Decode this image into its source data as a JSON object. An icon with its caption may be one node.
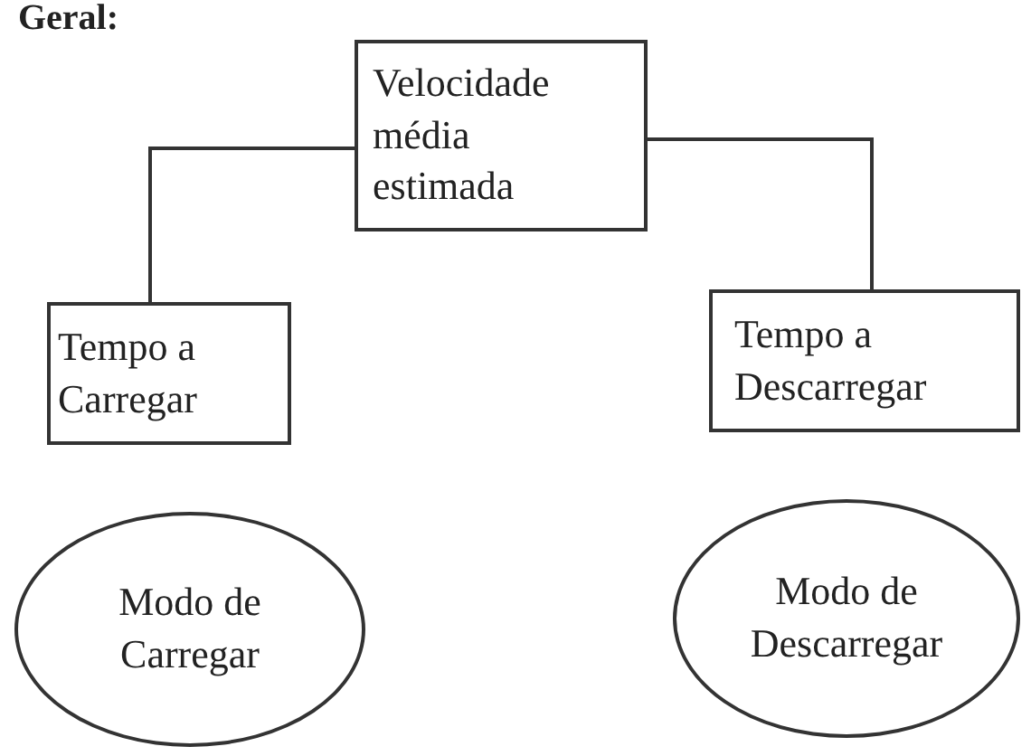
{
  "diagram": {
    "title": "Geral:",
    "nodes": [
      {
        "text": [
          "Velocidade média estimada"
        ]
      },
      {
        "text": [
          "Tempo a Carregar"
        ]
      },
      {
        "text": [
          "Tempo a Descarregar"
        ]
      },
      {
        "text": [
          "Modo de Carregar"
        ]
      },
      {
        "text": [
          "Modo de Descarregar"
        ]
      }
    ],
    "edges": [
      {
        "from": 0,
        "to": 1,
        "arrow": "none"
      },
      {
        "from": 0,
        "to": 2,
        "arrow": "none"
      }
    ]
  }
}
